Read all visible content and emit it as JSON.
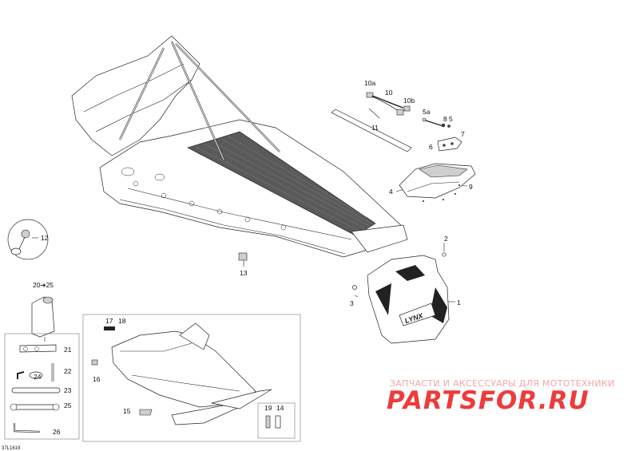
{
  "diagram": {
    "callouts": {
      "c1": "1",
      "c2": "2",
      "c3": "3",
      "c4": "4",
      "c5": "5",
      "c5a": "5a",
      "c6": "6",
      "c7": "7",
      "c8": "8",
      "c9": "9",
      "c10": "10",
      "c10a": "10a",
      "c10b": "10b",
      "c11": "11",
      "c12": "12",
      "c13": "13",
      "c14": "14",
      "c15": "15",
      "c16": "16",
      "c17": "17",
      "c18": "18",
      "c19": "19",
      "c20_25": "20➔25",
      "c21": "21",
      "c22": "22",
      "c23": "23",
      "c24": "24",
      "c25": "25",
      "c26": "26"
    },
    "figure_code": "37L1619",
    "brand_mark": "LYNX",
    "watermark": {
      "line1": "ЗАПЧАСТИ И АКСЕССУАРЫ ДЛЯ МОТОТЕХНИКИ",
      "line2": "PARTSFOR.RU"
    },
    "colors": {
      "line": "#222222",
      "watermark_red": "#ee3b3b",
      "watermark_pink": "#f2a7a7",
      "tunnel_dark": "#555555"
    }
  }
}
